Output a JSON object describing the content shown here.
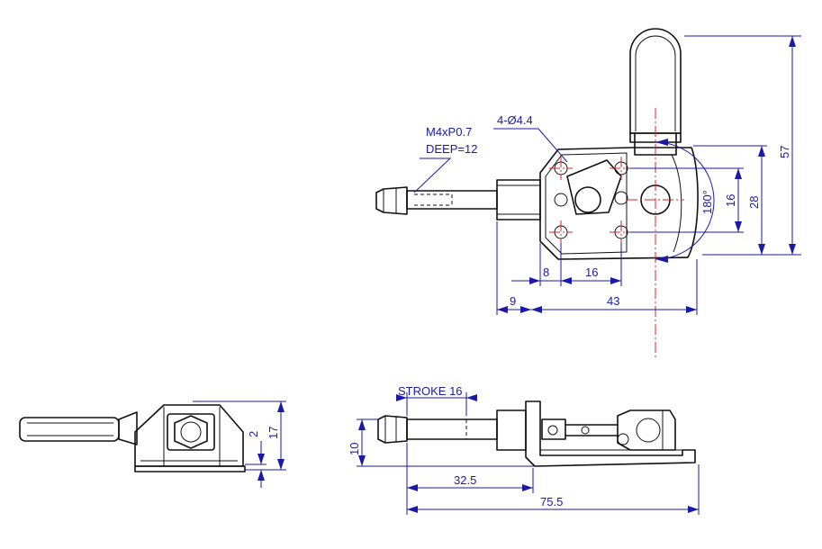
{
  "colors": {
    "outline": "#111111",
    "dimension": "#1a1aa8",
    "centerline": "#d8262b",
    "background": "#ffffff"
  },
  "annotations": {
    "thread_spec": "M4xP0.7",
    "thread_depth": "DEEP=12",
    "holes": "4-Ø4.4",
    "stroke": "STROKE 16"
  },
  "dimensions": {
    "height_total": "57",
    "height_mount": "28",
    "hole_vertical": "16",
    "rotation": "180°",
    "hole_offset_x": "8",
    "hole_pitch_x": "16",
    "plunger_len": "9",
    "body_len": "43",
    "side_height": "17",
    "base_thickness": "2",
    "plunger_dia": "10",
    "retracted_len": "32.5",
    "overall_len": "75.5"
  }
}
